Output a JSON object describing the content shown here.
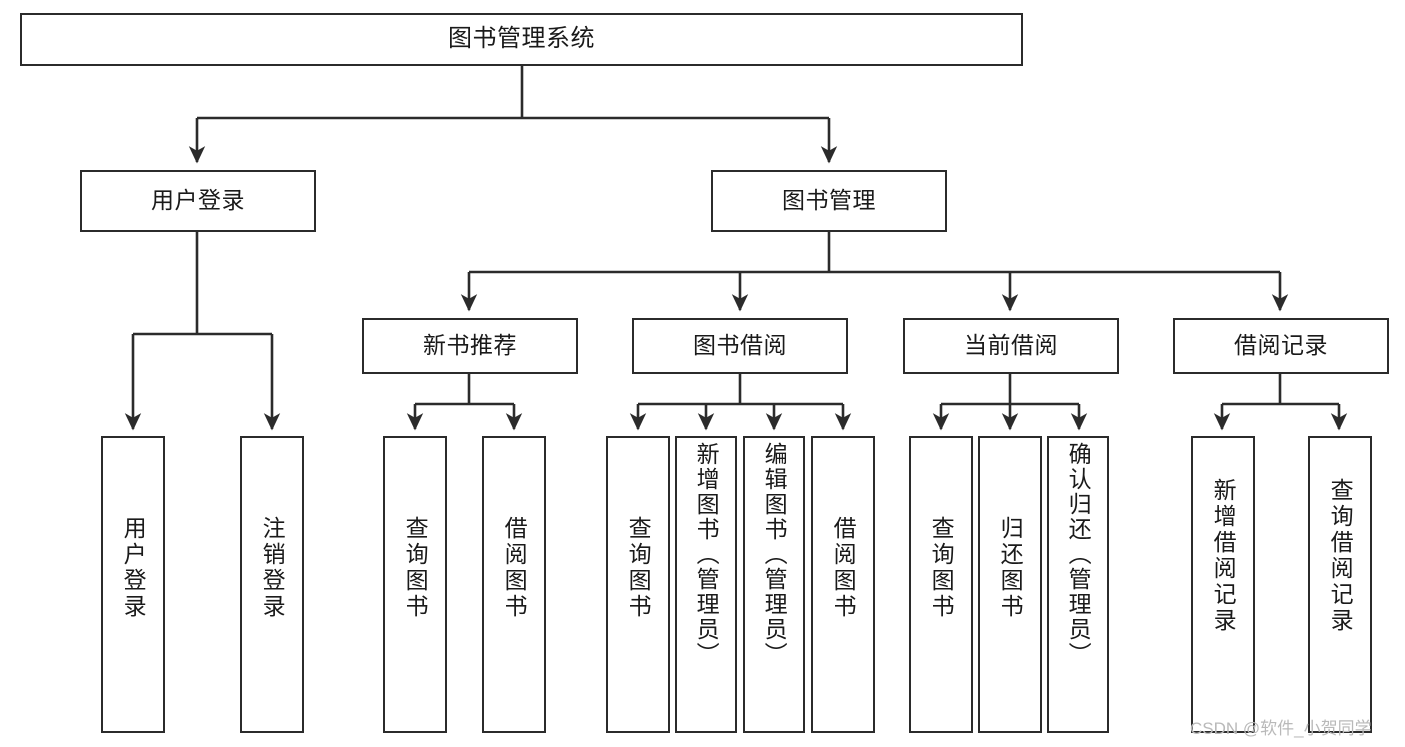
{
  "diagram": {
    "type": "tree",
    "title": "图书管理系统",
    "orientation": "top-down",
    "colors": {
      "node_border": "#2b2b2b",
      "node_fill": "#ffffff",
      "edge": "#2b2b2b",
      "text": "#1a1a1a",
      "watermark": "#b9b9b9",
      "background": "#ffffff"
    },
    "nodes": {
      "root": {
        "label": "图书管理系统"
      },
      "level2": [
        {
          "id": "user_login",
          "label": "用户登录"
        },
        {
          "id": "book_manage",
          "label": "图书管理"
        }
      ],
      "level3": [
        {
          "id": "new_book_rec",
          "label": "新书推荐"
        },
        {
          "id": "book_borrow",
          "label": "图书借阅"
        },
        {
          "id": "current_borrow",
          "label": "当前借阅"
        },
        {
          "id": "borrow_record",
          "label": "借阅记录"
        }
      ],
      "leaves": [
        {
          "id": "leaf_user_login",
          "parent": "user_login",
          "label": "用户登录"
        },
        {
          "id": "leaf_logout",
          "parent": "user_login",
          "label": "注销登录"
        },
        {
          "id": "leaf_query_book_1",
          "parent": "new_book_rec",
          "label": "查询图书"
        },
        {
          "id": "leaf_borrow_book_1",
          "parent": "new_book_rec",
          "label": "借阅图书"
        },
        {
          "id": "leaf_query_book_2",
          "parent": "book_borrow",
          "label": "查询图书"
        },
        {
          "id": "leaf_add_book",
          "parent": "book_borrow",
          "label": "新增图书（管理员）"
        },
        {
          "id": "leaf_edit_book",
          "parent": "book_borrow",
          "label": "编辑图书（管理员）"
        },
        {
          "id": "leaf_borrow_book_2",
          "parent": "book_borrow",
          "label": "借阅图书"
        },
        {
          "id": "leaf_query_book_3",
          "parent": "current_borrow",
          "label": "查询图书"
        },
        {
          "id": "leaf_return_book",
          "parent": "current_borrow",
          "label": "归还图书"
        },
        {
          "id": "leaf_confirm_return",
          "parent": "current_borrow",
          "label": "确认归还（管理员）"
        },
        {
          "id": "leaf_add_record",
          "parent": "borrow_record",
          "label": "新增借阅记录"
        },
        {
          "id": "leaf_query_record",
          "parent": "borrow_record",
          "label": "查询借阅记录"
        }
      ]
    }
  },
  "watermark": {
    "text": "CSDN @软件_小贺同学"
  }
}
